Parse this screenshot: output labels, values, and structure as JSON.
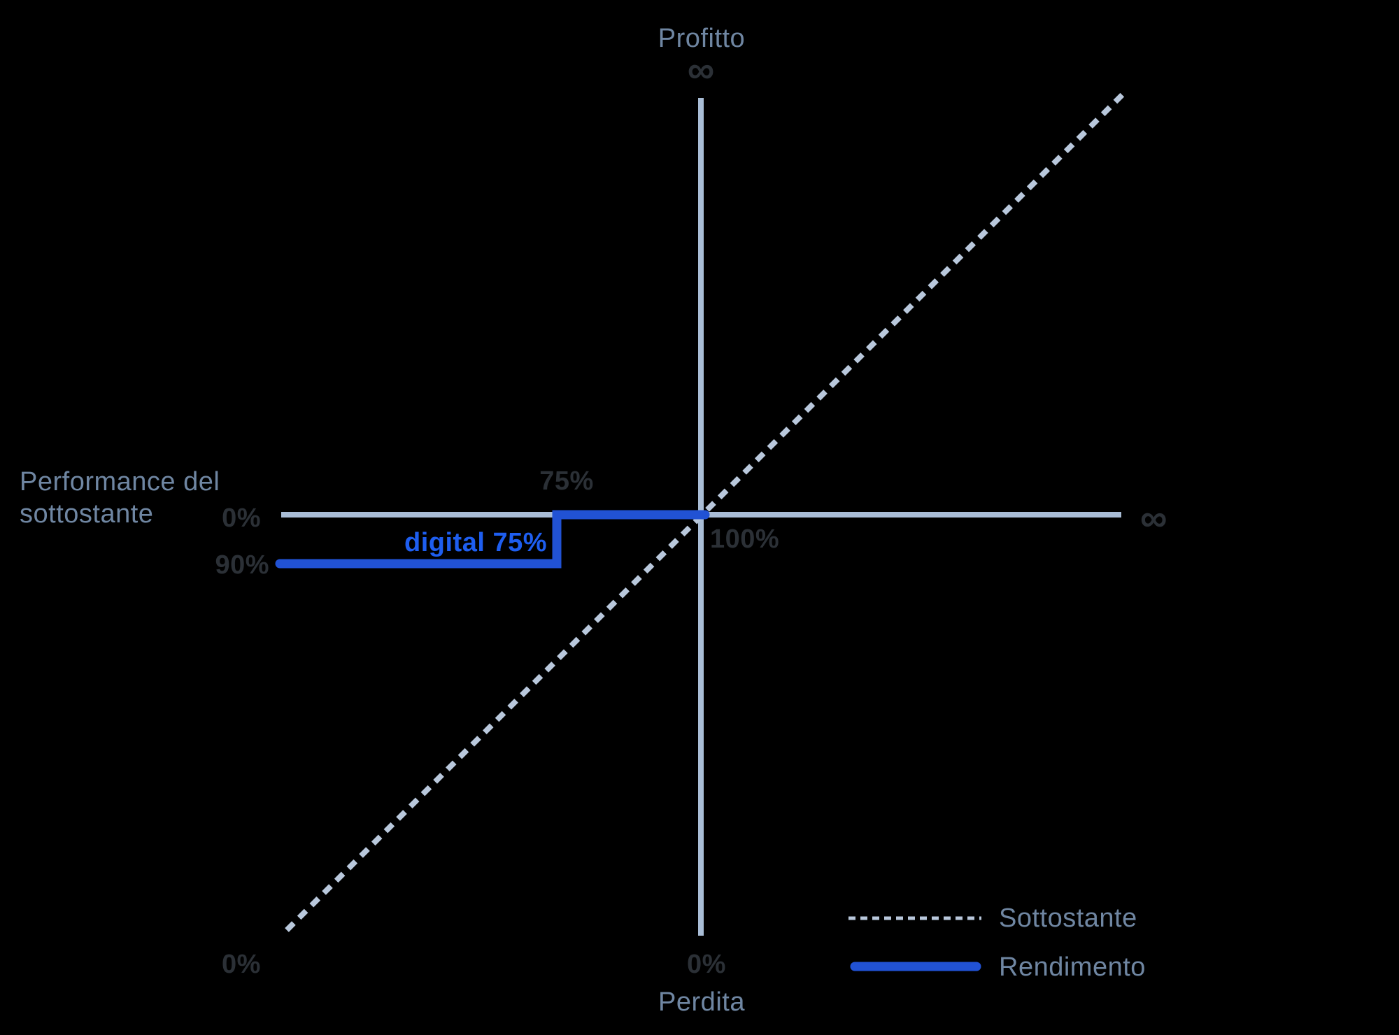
{
  "colors": {
    "background": "#000000",
    "axis": "#a9bdd6",
    "dashed_line": "#b9c8dc",
    "payoff_line": "#2152d4",
    "annotation_blue": "#1e5ef0",
    "muted_label": "#2b3036",
    "text": "#6f86a2"
  },
  "labels": {
    "profitto": "Profitto",
    "infinity_top": "∞",
    "performance_line1": "Performance del",
    "performance_line2": "sottostante",
    "zero_left": "0%",
    "ninety_left": "90%",
    "seventy_five": "75%",
    "digital_annotation": "digital 75%",
    "hundred": "100%",
    "infinity_right": "∞",
    "zero_bottom_left": "0%",
    "zero_bottom_center": "0%",
    "perdita": "Perdita"
  },
  "legend": {
    "items": [
      {
        "label": "Sottostante",
        "swatch": "dashed-light"
      },
      {
        "label": "Rendimento",
        "swatch": "solid-blue"
      }
    ]
  },
  "chart_data": {
    "type": "line",
    "title": "",
    "x_axis": {
      "label": "Performance del sottostante",
      "ticks": [
        "0%",
        "75%",
        "100%",
        "∞"
      ],
      "center_value": "100%"
    },
    "y_axis": {
      "label_top": "Profitto",
      "label_bottom": "Perdita",
      "max": "∞",
      "min": "0%"
    },
    "grid": false,
    "legend_position": "bottom-right",
    "series": [
      {
        "name": "Sottostante",
        "style": "dashed",
        "description": "45-degree diagonal through the center: payoff equals underlying performance",
        "points": [
          {
            "x": "0%",
            "y": "0%"
          },
          {
            "x": "100%",
            "y": "100%"
          },
          {
            "x": "∞",
            "y": "∞"
          }
        ]
      },
      {
        "name": "Rendimento",
        "style": "solid-step",
        "annotation": "digital 75%",
        "description": "Digital payoff: 90% redemption below the 75% barrier, 100% at or above it",
        "points": [
          {
            "x": "0%",
            "y": "90%"
          },
          {
            "x": "75%",
            "y": "90%"
          },
          {
            "x": "75%",
            "y": "100%"
          },
          {
            "x": "100%",
            "y": "100%"
          }
        ]
      }
    ]
  }
}
